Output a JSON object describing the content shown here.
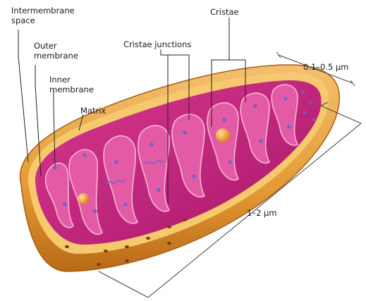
{
  "labels": {
    "intermembrane_space_1": "Intermembrane",
    "intermembrane_space_2": "space",
    "outer_membrane_1": "Outer",
    "outer_membrane_2": "membrane",
    "inner_membrane_1": "Inner",
    "inner_membrane_2": "membrane",
    "matrix": "Matrix",
    "cristae_junctions": "Cristae junctions",
    "cristae": "Cristae",
    "width_dimension": "0.1–0.5 µm",
    "length_dimension": "1–2 µm"
  },
  "colors": {
    "outer_membrane": "#e8a640",
    "outer_shadow": "#c77a1e",
    "intermembrane": "#f5c766",
    "matrix": "#c9237f",
    "matrix_light": "#e04a9a",
    "cristae": "#e35aa5",
    "cristae_edge": "#f7b6d8",
    "ribosome": "#6a63c9",
    "granule": "#f59b2a"
  }
}
